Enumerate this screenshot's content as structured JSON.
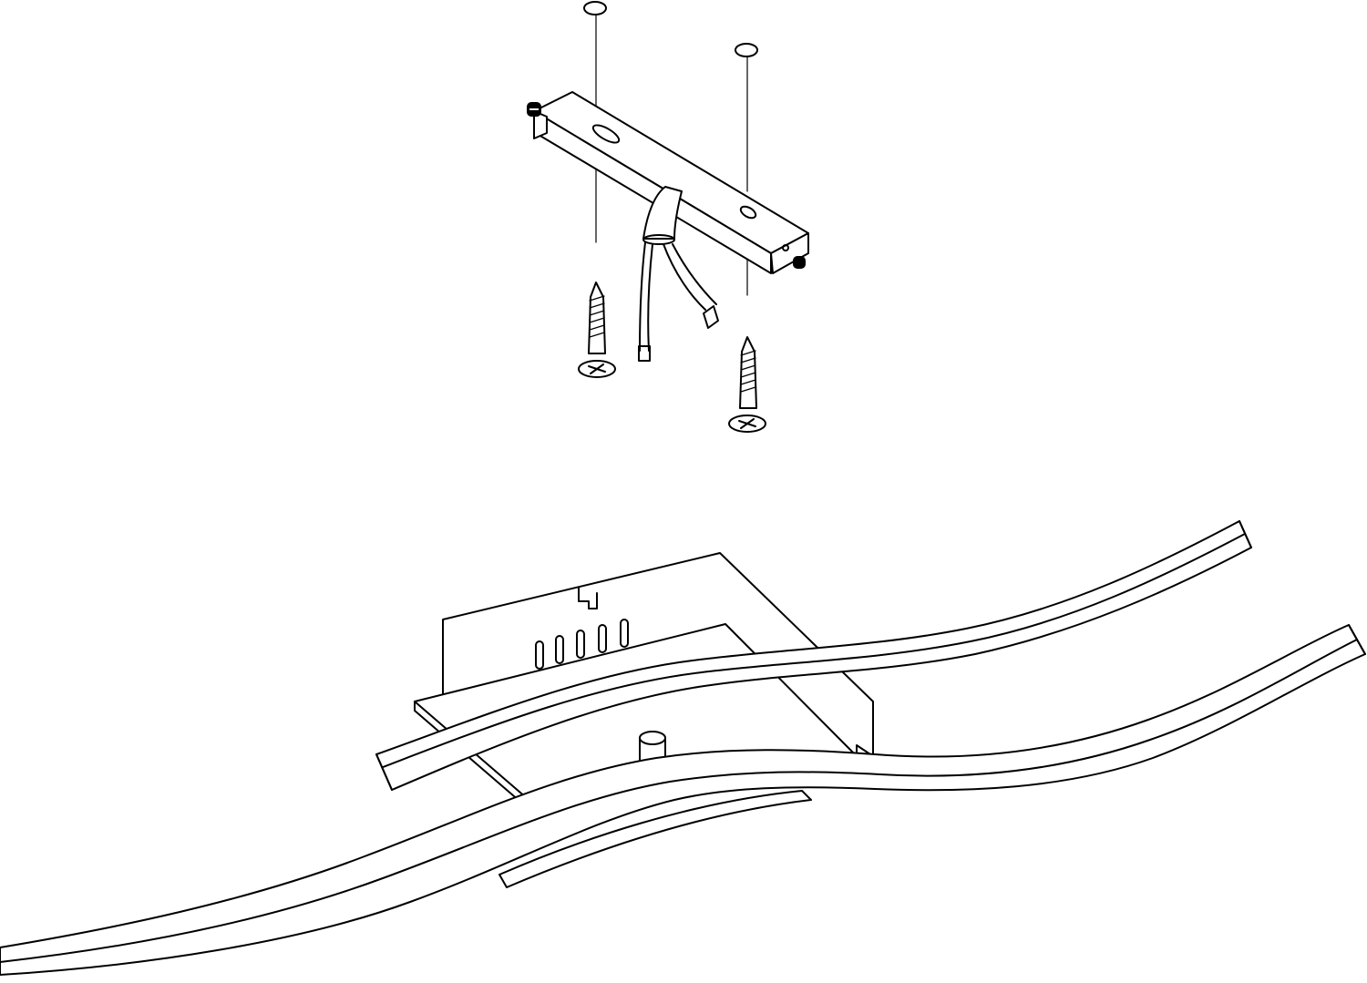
{
  "diagram": {
    "parts": [
      {
        "id": "wall-plug",
        "count": 2
      },
      {
        "id": "mounting-bracket",
        "count": 1
      },
      {
        "id": "mounting-screw",
        "count": 2
      },
      {
        "id": "supply-cable",
        "count": 1
      },
      {
        "id": "luminaire-base",
        "count": 1
      },
      {
        "id": "led-arm",
        "count": 2
      },
      {
        "id": "bracket-clamp-screw",
        "count": 2
      }
    ],
    "colors": {
      "stroke": "#000000",
      "background": "#ffffff"
    }
  }
}
